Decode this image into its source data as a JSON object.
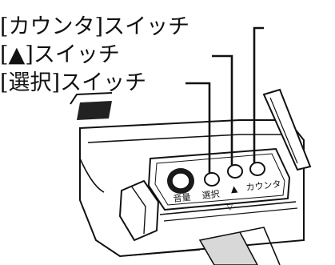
{
  "callouts": {
    "counter_switch": "[カウンタ]スイッチ",
    "up_switch": "[▲]スイッチ",
    "select_switch": "[選択]スイッチ"
  },
  "panel_labels": {
    "volume": "音量",
    "select": "選択",
    "up": "▲",
    "counter": "カウンタ",
    "indicator": "▽"
  }
}
